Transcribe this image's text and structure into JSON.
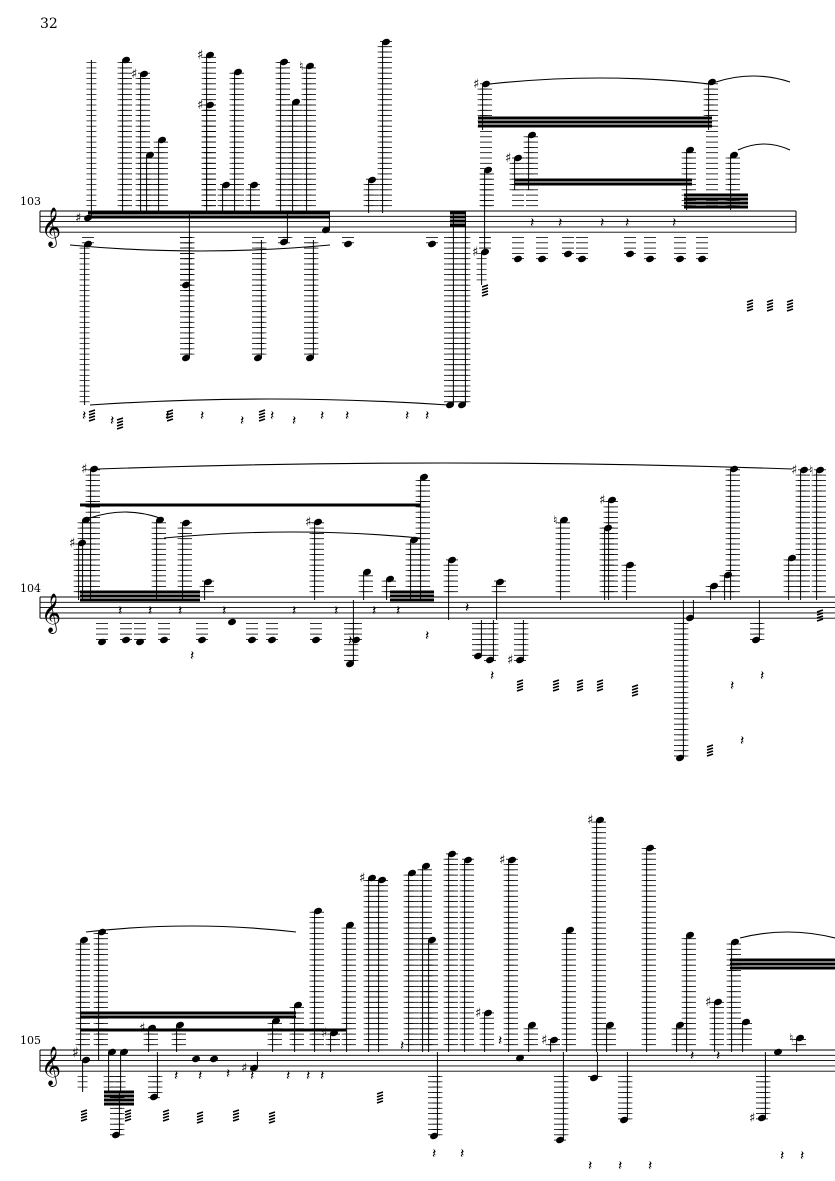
{
  "page": {
    "number": "32"
  },
  "systems": [
    {
      "measure_number": "103",
      "clef": "treble",
      "key_signature": "",
      "key_accidental": ""
    },
    {
      "measure_number": "104",
      "clef": "treble",
      "key_signature": "",
      "key_accidental": ""
    },
    {
      "measure_number": "105",
      "clef": "treble",
      "key_signature": "G major",
      "key_accidental": "♯"
    }
  ],
  "colors": {
    "ink": "#000000",
    "paper": "#ffffff"
  }
}
